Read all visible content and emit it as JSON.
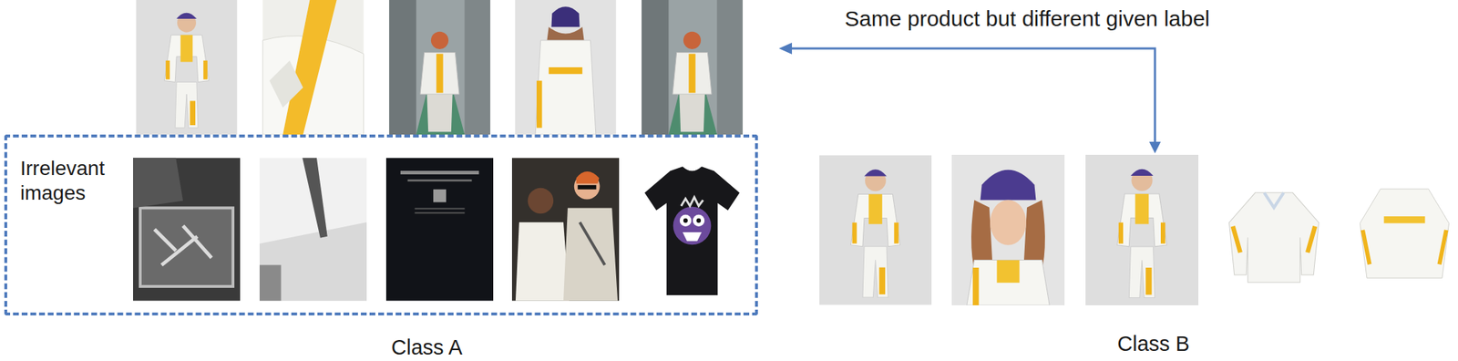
{
  "diagram": {
    "nodes": [
      {
        "text": [
          "Irrelevant images"
        ]
      }
    ],
    "labels": [
      "Same product but different given label",
      "Class A",
      "Class B"
    ]
  }
}
